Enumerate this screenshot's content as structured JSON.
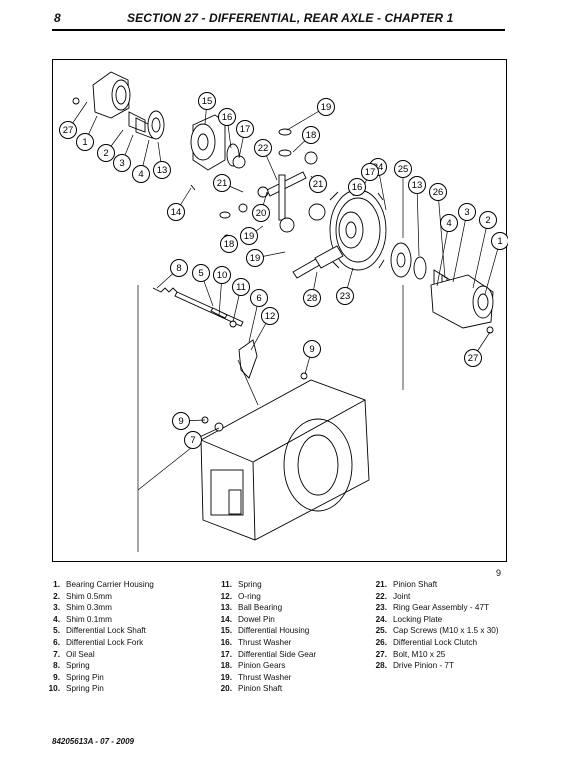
{
  "header": {
    "page_number": "8",
    "section_title": "SECTION 27 - DIFFERENTIAL, REAR AXLE - CHAPTER 1"
  },
  "figure": {
    "figure_number": "9",
    "callouts": [
      "27",
      "1",
      "2",
      "3",
      "4",
      "13",
      "15",
      "16",
      "17",
      "19",
      "18",
      "22",
      "21",
      "21",
      "14",
      "20",
      "19",
      "18",
      "19",
      "24",
      "25",
      "13",
      "17",
      "16",
      "26",
      "3",
      "4",
      "2",
      "1",
      "8",
      "5",
      "10",
      "11",
      "6",
      "12",
      "28",
      "23",
      "27",
      "9",
      "9",
      "7"
    ]
  },
  "legend": {
    "column1": [
      {
        "num": "1.",
        "label": "Bearing Carrier Housing"
      },
      {
        "num": "2.",
        "label": "Shim 0.5mm"
      },
      {
        "num": "3.",
        "label": "Shim 0.3mm"
      },
      {
        "num": "4.",
        "label": "Shim 0.1mm"
      },
      {
        "num": "5.",
        "label": "Differential Lock Shaft"
      },
      {
        "num": "6.",
        "label": "Differential Lock Fork"
      },
      {
        "num": "7.",
        "label": "Oil Seal"
      },
      {
        "num": "8.",
        "label": "Spring"
      },
      {
        "num": "9.",
        "label": "Spring Pin"
      },
      {
        "num": "10.",
        "label": "Spring Pin"
      }
    ],
    "column2": [
      {
        "num": "11.",
        "label": "Spring"
      },
      {
        "num": "12.",
        "label": "O-ring"
      },
      {
        "num": "13.",
        "label": "Ball Bearing"
      },
      {
        "num": "14.",
        "label": "Dowel Pin"
      },
      {
        "num": "15.",
        "label": "Differential Housing"
      },
      {
        "num": "16.",
        "label": "Thrust Washer"
      },
      {
        "num": "17.",
        "label": "Differential Side Gear"
      },
      {
        "num": "18.",
        "label": "Pinion Gears"
      },
      {
        "num": "19.",
        "label": "Thrust Washer"
      },
      {
        "num": "20.",
        "label": "Pinion Shaft"
      }
    ],
    "column3": [
      {
        "num": "21.",
        "label": "Pinion Shaft"
      },
      {
        "num": "22.",
        "label": "Joint"
      },
      {
        "num": "23.",
        "label": "Ring Gear Assembly - 47T"
      },
      {
        "num": "24.",
        "label": "Locking Plate"
      },
      {
        "num": "25.",
        "label": "Cap Screws (M10 x 1.5 x 30)"
      },
      {
        "num": "26.",
        "label": "Differential Lock Clutch"
      },
      {
        "num": "27.",
        "label": "Bolt, M10 x 25"
      },
      {
        "num": "28.",
        "label": "Drive Pinion - 7T"
      }
    ]
  },
  "footer": {
    "doc_ref": "84205613A - 07 - 2009"
  }
}
